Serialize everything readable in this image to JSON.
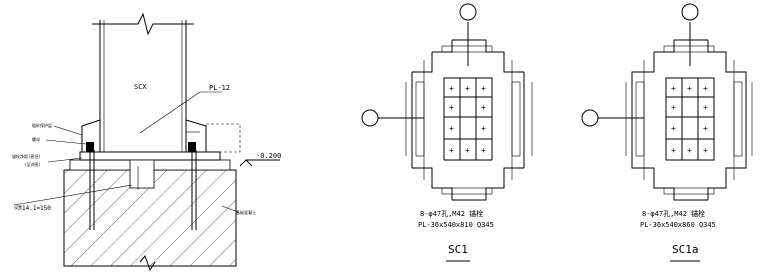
{
  "section": {
    "column_label": "SCX",
    "plate_label": "PL-12",
    "elevation_label": "-0.200",
    "note_grout": "粗砂保护层",
    "note_nut": "螺母",
    "note_anchor_top": "锚栓净距(直径)",
    "note_anchor_sub": "(见详图)",
    "note_depth": "设置",
    "note_dim": "14.1=150",
    "note_right": "基础混凝土"
  },
  "plans": [
    {
      "bolt_note": "8-φ47孔,M42 锚栓",
      "plate_note": "PL-36x540x810 Q345",
      "title": "SC1"
    },
    {
      "bolt_note": "8-φ47孔,M42 锚栓",
      "plate_note": "PL-36x540x860 Q345",
      "title": "SC1a"
    }
  ]
}
